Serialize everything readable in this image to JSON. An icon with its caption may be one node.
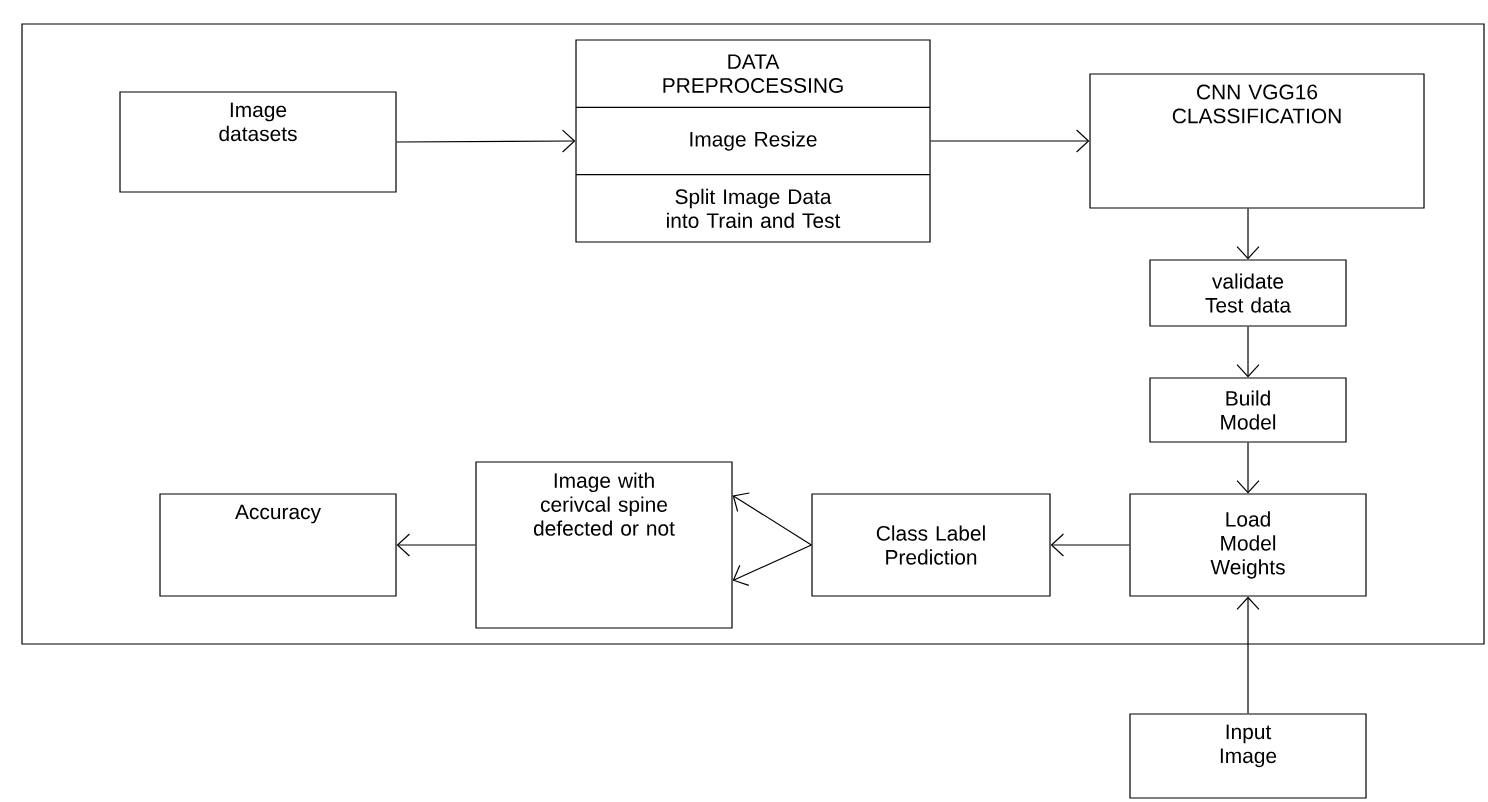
{
  "diagram": {
    "nodes": [
      {
        "text": [],
        "shape": "box"
      },
      {
        "text": [
          "Image datasets"
        ],
        "in": 0
      },
      {
        "text": [
          "DATA PREPROCESSING",
          "Image Resize",
          "Split Image Data into Train and Test"
        ],
        "in": 0
      },
      {
        "text": [
          "CNN VGG16 CLASSIFICATION"
        ],
        "in": 0
      },
      {
        "text": [
          "validate Test data"
        ],
        "in": 0
      },
      {
        "text": [
          "Build Model"
        ],
        "in": 0
      },
      {
        "text": [
          "Load Model Weights"
        ],
        "in": 0
      },
      {
        "text": [
          "Class Label Prediction"
        ],
        "in": 0
      },
      {
        "text": [
          "Image with cerivcal spine defected or not"
        ],
        "in": 0
      },
      {
        "text": [
          "Accuracy"
        ],
        "in": 0
      },
      {
        "text": [
          "Input Image"
        ]
      }
    ],
    "edges": [
      {
        "from": 1,
        "to": 2,
        "arrow": "to"
      },
      {
        "from": 2,
        "to": 3,
        "arrow": "to"
      },
      {
        "from": 3,
        "to": 4,
        "arrow": "to"
      },
      {
        "from": 4,
        "to": 5,
        "arrow": "to"
      },
      {
        "from": 5,
        "to": 6,
        "arrow": "to"
      },
      {
        "from": 6,
        "to": 7,
        "arrow": "to"
      },
      {
        "from": 7,
        "to": 8,
        "arrow": "to"
      },
      {
        "from": 7,
        "to": 8,
        "arrow": "to"
      },
      {
        "from": 8,
        "to": 9,
        "arrow": "to"
      },
      {
        "from": 10,
        "to": 6,
        "arrow": "to"
      }
    ]
  }
}
